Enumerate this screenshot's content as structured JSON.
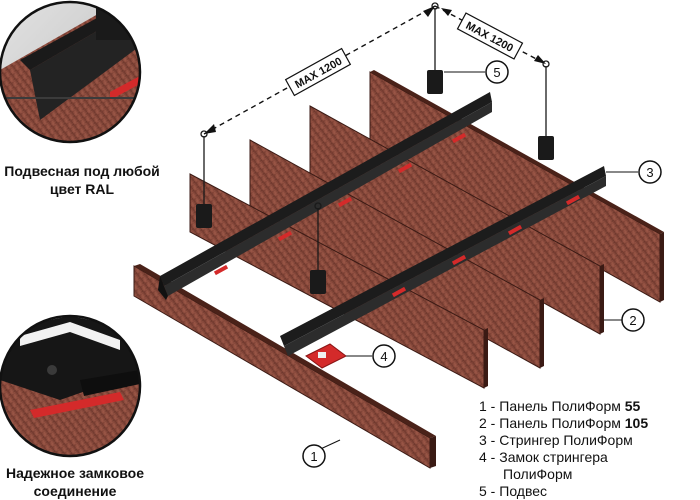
{
  "callouts": {
    "top_detail": "Подвесная под любой цвет RAL",
    "bottom_detail": "Надежное замковое соединение"
  },
  "dimensions": {
    "left": "MAX 1200",
    "right": "MAX 1200"
  },
  "markers": [
    "1",
    "2",
    "3",
    "4",
    "5"
  ],
  "legend": [
    {
      "num": "1",
      "text": "Панель ПолиФорм",
      "bold": "55"
    },
    {
      "num": "2",
      "text": "Панель ПолиФорм",
      "bold": "105"
    },
    {
      "num": "3",
      "text": "Стрингер ПолиФорм",
      "bold": ""
    },
    {
      "num": "4",
      "text": "Замок стрингера",
      "text2": "ПолиФорм",
      "bold": ""
    },
    {
      "num": "5",
      "text": "Подвес",
      "bold": ""
    }
  ],
  "colors": {
    "wood": "#8a4a3c",
    "wood_dark": "#5a2a22",
    "stringer": "#1c1c1c",
    "lock": "#d42a2a"
  }
}
